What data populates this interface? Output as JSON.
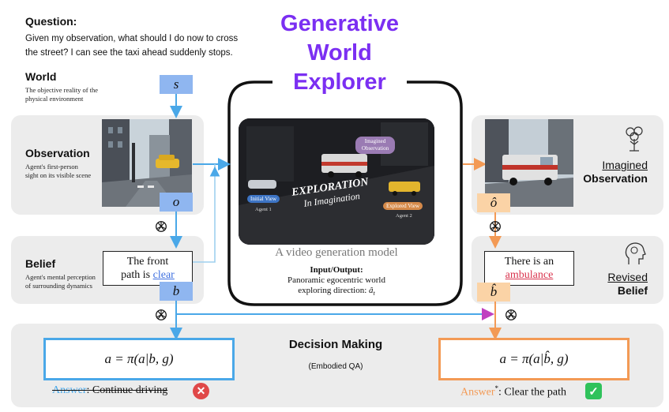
{
  "question": {
    "label": "Question:",
    "text_line1": "Given my observation, what should I do now to cross",
    "text_line2": "the street? I can see the taxi ahead suddenly stops."
  },
  "title": {
    "line1": "Generative",
    "line2": "World",
    "line3": "Explorer",
    "color": "#7b2ff2"
  },
  "world": {
    "label": "World",
    "desc_line1": "The objective reality of the",
    "desc_line2": "physical environment",
    "symbol": "s"
  },
  "observation": {
    "label": "Observation",
    "desc_line1": "Agent's first-person",
    "desc_line2": "sight on its visible scene",
    "symbol": "o"
  },
  "belief": {
    "label": "Belief",
    "desc_line1": "Agent's mental perception",
    "desc_line2": "of surrounding dynamics",
    "text_line1": "The front",
    "text_line2_prefix": "path is ",
    "text_highlight": "clear",
    "symbol": "b"
  },
  "explorer": {
    "imagined_observation_tag_line1": "Imagined",
    "imagined_observation_tag_line2": "Observation",
    "exploration_line1": "EXPLORATION",
    "exploration_line2": "In Imagination",
    "initial_view": "Initial View",
    "agent1": "Agent 1",
    "explored_view": "Explored View",
    "agent2": "Agent 2",
    "caption": "A video generation  model",
    "io_label": "Input/Output:",
    "io_line1": "Panoramic egocentric world",
    "io_line2_prefix": "exploring direction: ",
    "io_symbol": "â",
    "io_subscript": "t"
  },
  "imagined": {
    "label_line1": "Imagined",
    "label_line2": "Observation",
    "symbol": "ô"
  },
  "revised": {
    "label_line1": "Revised",
    "label_line2": "Belief",
    "text_line1": "There is an",
    "text_highlight": "ambulance",
    "symbol": "b̂"
  },
  "decision": {
    "title": "Decision Making",
    "subtitle": "(Embodied QA)",
    "formula_left": "a = π(a|b, g)",
    "formula_right": "a = π(a|b̂, g)",
    "answer_left_prefix": "Answer",
    "answer_left_text": ": Continue driving",
    "answer_right_prefix": "Answer",
    "answer_right_star": "*",
    "answer_right_text": ": Clear the path"
  },
  "colors": {
    "blue": "#4aa8e8",
    "orange": "#f39a55",
    "blue_tag": "#8fb6f0",
    "orange_tag": "#fbd3a6",
    "panel": "#ececec",
    "wrong": "#e04848",
    "right": "#2fc25b"
  }
}
